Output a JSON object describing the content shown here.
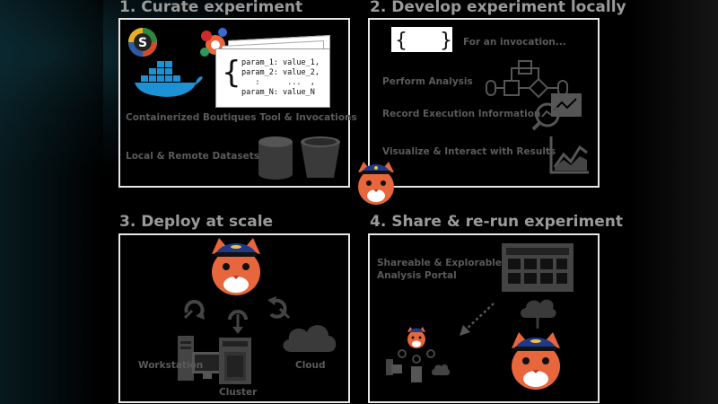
{
  "sections": {
    "curate": {
      "title": "1. Curate experiment",
      "containers_label": "Containerized Boutiques Tool & Invocations",
      "datasets_label": "Local & Remote Datasets",
      "params": [
        "param_1: value_1,",
        "param_2: value_2,",
        "   :      ...  ,",
        "param_N: value_N"
      ]
    },
    "develop": {
      "title": "2. Develop experiment locally",
      "steps": [
        "For an invocation...",
        "Perform Analysis",
        "Record Execution Information",
        "Visualize & Interact with Results"
      ]
    },
    "deploy": {
      "title": "3. Deploy at scale",
      "targets": [
        "Workstation",
        "Cluster",
        "Cloud"
      ]
    },
    "share": {
      "title": "4. Share & re-run experiment",
      "portal_label": "Shareable & Explorable\nAnalysis Portal"
    }
  },
  "colors": {
    "panel_border": "#e6e6e6",
    "mascot_orange": "#e8663c",
    "cap_blue": "#1f3a8a",
    "text_gray": "#5a5a5a"
  },
  "icons": [
    "boutiques-logo",
    "docker-whale-icon",
    "singularity-icon",
    "database-cylinder-icon",
    "bucket-icon",
    "flowchart-icon",
    "search-graph-icon",
    "line-chart-icon",
    "server-icon",
    "monitor-icon",
    "cloud-icon",
    "cloud-upload-icon",
    "grid-portal-icon",
    "cat-pilot-mascot"
  ]
}
